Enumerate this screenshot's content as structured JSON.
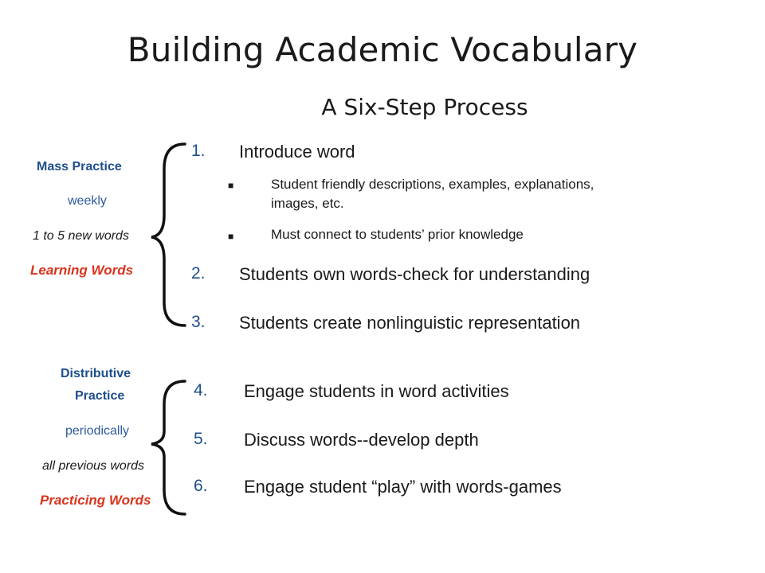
{
  "title": "Building Academic Vocabulary",
  "subtitle": "A Six-Step Process",
  "group1": {
    "label": "Mass Practice",
    "frequency": "weekly",
    "amount": "1 to 5 new words",
    "category": "Learning Words"
  },
  "group2": {
    "label_line1": "Distributive",
    "label_line2": "Practice",
    "frequency": "periodically",
    "amount": "all previous words",
    "category": "Practicing Words"
  },
  "steps": [
    {
      "num": "1.",
      "text": "Introduce word"
    },
    {
      "num": "2.",
      "text": "Students own words-check for understanding"
    },
    {
      "num": "3.",
      "text": "Students create nonlinguistic representation"
    },
    {
      "num": "4.",
      "text": "Engage students in word activities"
    },
    {
      "num": "5.",
      "text": "Discuss words--develop depth"
    },
    {
      "num": "6.",
      "text": "Engage student “play” with words-games"
    }
  ],
  "sub_bullets": [
    {
      "line1": "Student friendly descriptions, examples, explanations,",
      "line2": "images, etc."
    },
    {
      "line1": "Must connect to students’ prior knowledge"
    }
  ],
  "colors": {
    "accent_blue": "#1f4e8c",
    "accent_red": "#d9341e"
  }
}
